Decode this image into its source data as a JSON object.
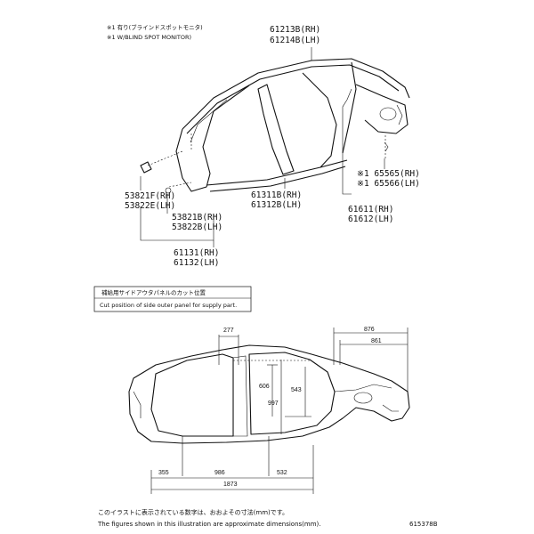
{
  "notes": {
    "line1": "※1 有り(ブラインドスポットモニタ)",
    "line2": "※1 W/BLIND SPOT MONITOR)"
  },
  "parts": {
    "roof_rail_rh": "61213B(RH)",
    "roof_rail_lh": "61214B(LH)",
    "bracket_f_rh": "53821F(RH)",
    "bracket_e_lh": "53822E(LH)",
    "bracket_b_rh": "53821B(RH)",
    "bracket_b_lh": "53822B(LH)",
    "center_pillar_rh": "61311B(RH)",
    "center_pillar_lh": "61312B(LH)",
    "monitor_rh": "※1 65565(RH)",
    "monitor_lh": "※1 65566(LH)",
    "quarter_rh": "61611(RH)",
    "quarter_lh": "61612(LH)",
    "front_pillar_rh": "61131(RH)",
    "front_pillar_lh": "61132(LH)"
  },
  "cut_box": {
    "title": "補給用サイドアウタパネルのカット位置",
    "subtitle": "Cut position of side outer panel for supply part."
  },
  "dimensions": {
    "d277": "277",
    "d876": "876",
    "d861": "861",
    "d606": "606",
    "d543": "543",
    "d997": "997",
    "d355": "355",
    "d986": "986",
    "d532": "532",
    "d1873": "1873"
  },
  "footer": {
    "jp": "このイラストに表示されている数字は、おおよその寸法(mm)です。",
    "en": "The figures shown in this illustration are approximate dimensions(mm).",
    "figure_id": "615378B"
  }
}
